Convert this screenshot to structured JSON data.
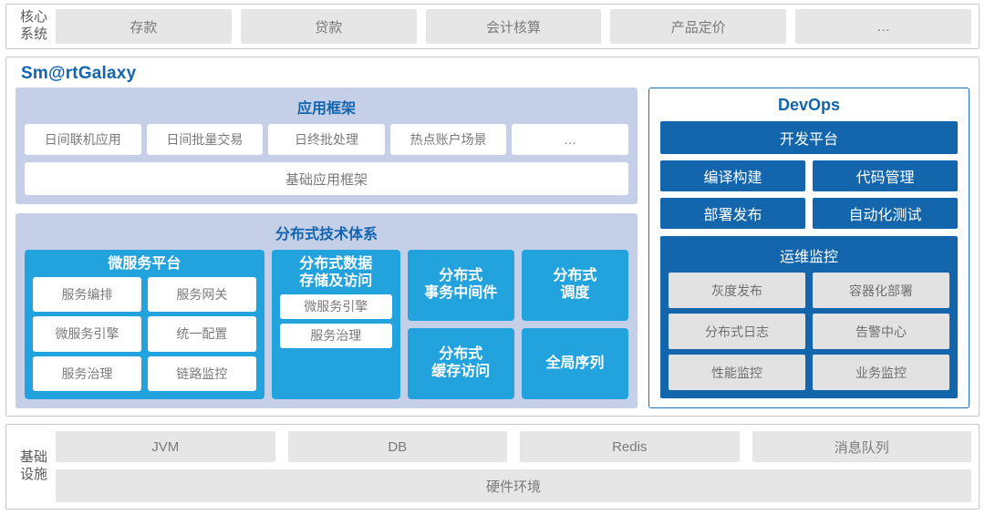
{
  "core_system": {
    "label_lines": [
      "核心",
      "系统"
    ],
    "items": [
      "存款",
      "贷款",
      "会计核算",
      "产品定价",
      "…"
    ]
  },
  "platform": {
    "brand": "Sm@rtGalaxy",
    "app_framework": {
      "title": "应用框架",
      "items": [
        "日间联机应用",
        "日间批量交易",
        "日终批处理",
        "热点账户场景",
        "…"
      ],
      "base": "基础应用框架"
    },
    "distributed": {
      "title": "分布式技术体系",
      "microservice": {
        "title": "微服务平台",
        "items": [
          "服务编排",
          "服务网关",
          "微服务引擎",
          "统一配置",
          "服务治理",
          "链路监控"
        ]
      },
      "data_storage": {
        "title": "分布式数据\n存储及访问",
        "title_line1": "分布式数据",
        "title_line2": "存储及访问",
        "items": [
          "微服务引擎",
          "服务治理"
        ]
      },
      "column3": [
        {
          "line1": "分布式",
          "line2": "事务中间件"
        },
        {
          "line1": "分布式",
          "line2": "缓存访问"
        }
      ],
      "column4": [
        {
          "line1": "分布式",
          "line2": "调度"
        },
        {
          "line1": "全局序列",
          "line2": ""
        }
      ]
    }
  },
  "devops": {
    "title": "DevOps",
    "platform_label": "开发平台",
    "rows": [
      [
        "编译构建",
        "代码管理"
      ],
      [
        "部署发布",
        "自动化测试"
      ]
    ],
    "ops": {
      "title": "运维监控",
      "rows": [
        [
          "灰度发布",
          "容器化部署"
        ],
        [
          "分布式日志",
          "告警中心"
        ],
        [
          "性能监控",
          "业务监控"
        ]
      ]
    }
  },
  "infrastructure": {
    "label_lines": [
      "基础",
      "设施"
    ],
    "items": [
      "JVM",
      "DB",
      "Redis",
      "消息队列"
    ],
    "hardware": "硬件环境"
  },
  "colors": {
    "brand_blue": "#1265AF",
    "cyan": "#22a3dd",
    "devops_blue": "#1366ab",
    "lavender": "#c5cfe8",
    "chip_gray": "#e6e6e6"
  }
}
